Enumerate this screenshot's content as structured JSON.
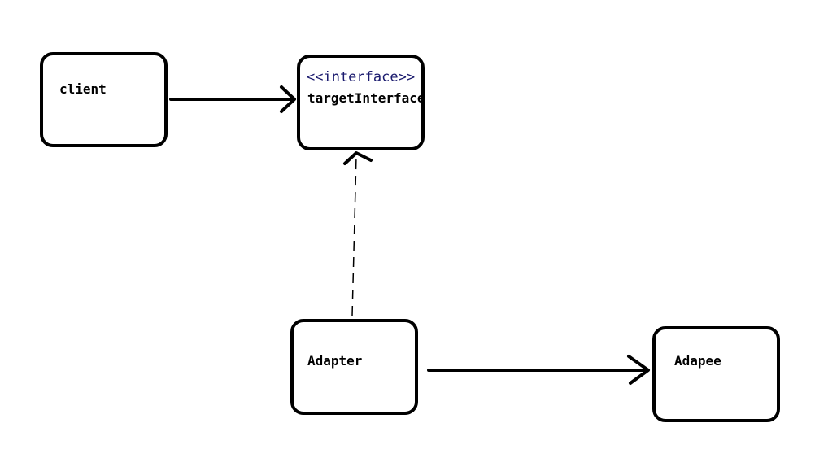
{
  "diagram": {
    "nodes": {
      "client": {
        "label": "client"
      },
      "target": {
        "stereotype": "<<interface>>",
        "label": "targetInterface"
      },
      "adapter": {
        "label": "Adapter"
      },
      "adaptee": {
        "label": "Adapee"
      }
    },
    "edges": [
      {
        "from": "client",
        "to": "target",
        "style": "solid",
        "head": "open-arrow"
      },
      {
        "from": "adapter",
        "to": "target",
        "style": "dashed",
        "head": "open-arrow"
      },
      {
        "from": "adapter",
        "to": "adaptee",
        "style": "solid",
        "head": "open-arrow"
      }
    ],
    "colors": {
      "line": "#000000",
      "stereotype_text": "#1a1a6e",
      "background": "#ffffff"
    }
  }
}
